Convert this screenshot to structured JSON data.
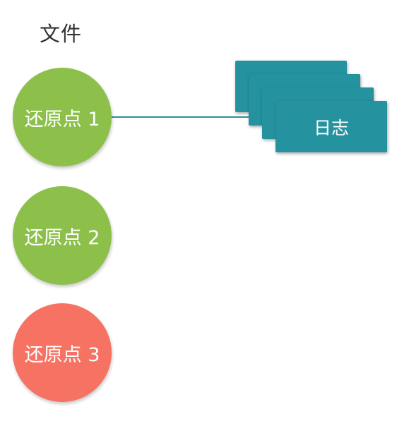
{
  "diagram": {
    "section_title": "文件",
    "restore_points": [
      {
        "label": "还原点 1",
        "color": "#8dc04b"
      },
      {
        "label": "还原点 2",
        "color": "#8dc04b"
      },
      {
        "label": "还原点 3",
        "color": "#f67262"
      }
    ],
    "log": {
      "label": "日志",
      "color": "#2592a0",
      "stack_count": 4
    },
    "connector_color": "#2a8f9b"
  }
}
